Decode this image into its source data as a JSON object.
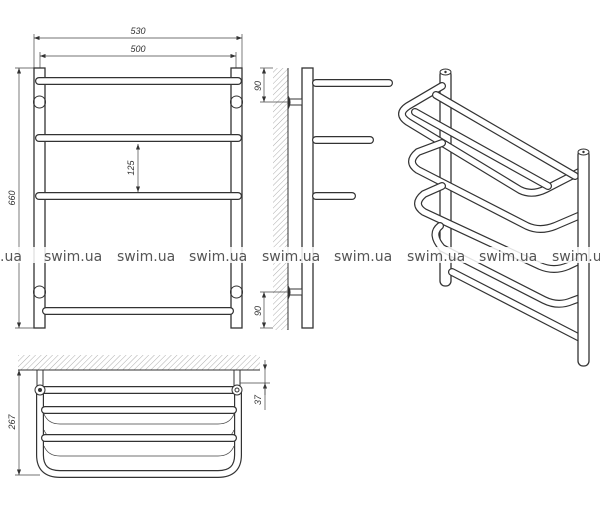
{
  "dimensions": {
    "overall_width": "530",
    "axis_width": "500",
    "height": "660",
    "rail_spacing": "125",
    "top_mount_offset": "90",
    "bottom_mount_offset": "90",
    "depth": "267",
    "wall_offset": "37"
  },
  "watermark": {
    "text": "swim.ua",
    "partial_text": ".ua"
  },
  "colors": {
    "line": "#333333",
    "watermark": "#555555"
  }
}
